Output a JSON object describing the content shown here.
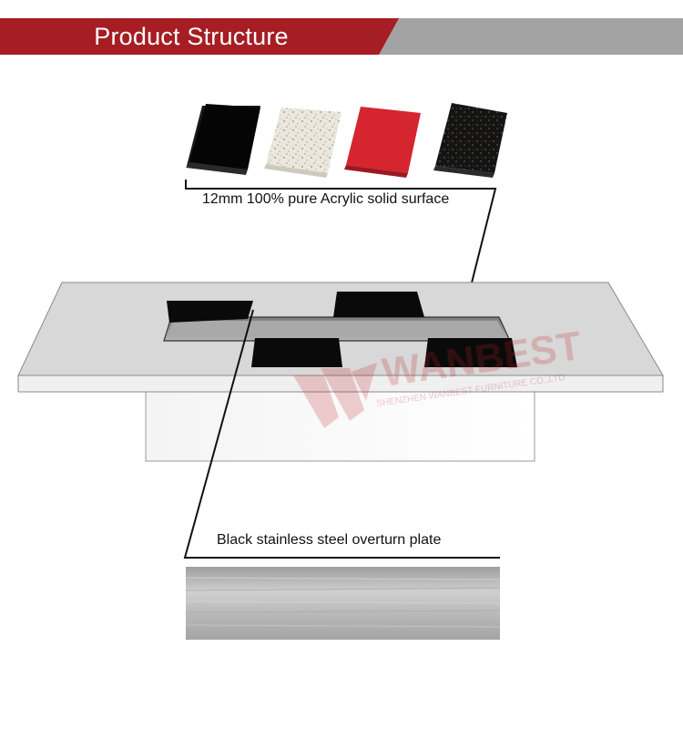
{
  "header": {
    "title": "Product Structure",
    "red_color": "#a61d24",
    "grey_color": "#a3a3a3"
  },
  "material_swatches": [
    {
      "name": "black-swatch",
      "color": "#0d0d0d"
    },
    {
      "name": "white-terrazzo-swatch",
      "color": "#e9e4da"
    },
    {
      "name": "red-swatch",
      "color": "#d5252f"
    },
    {
      "name": "black-sparkle-swatch",
      "color": "#141414"
    }
  ],
  "captions": {
    "top": "12mm 100% pure Acrylic solid surface",
    "bottom": "Black stainless steel overturn plate"
  },
  "watermark": {
    "brand": "WANBEST",
    "subtitle": "SHENZHEN WANBEST FURNITURE CO.,LTD"
  },
  "colors": {
    "table_top": "#d8d8d8",
    "table_edge": "#ededed",
    "plate": "#0a0a0a",
    "steel": "#bdbdbd"
  }
}
